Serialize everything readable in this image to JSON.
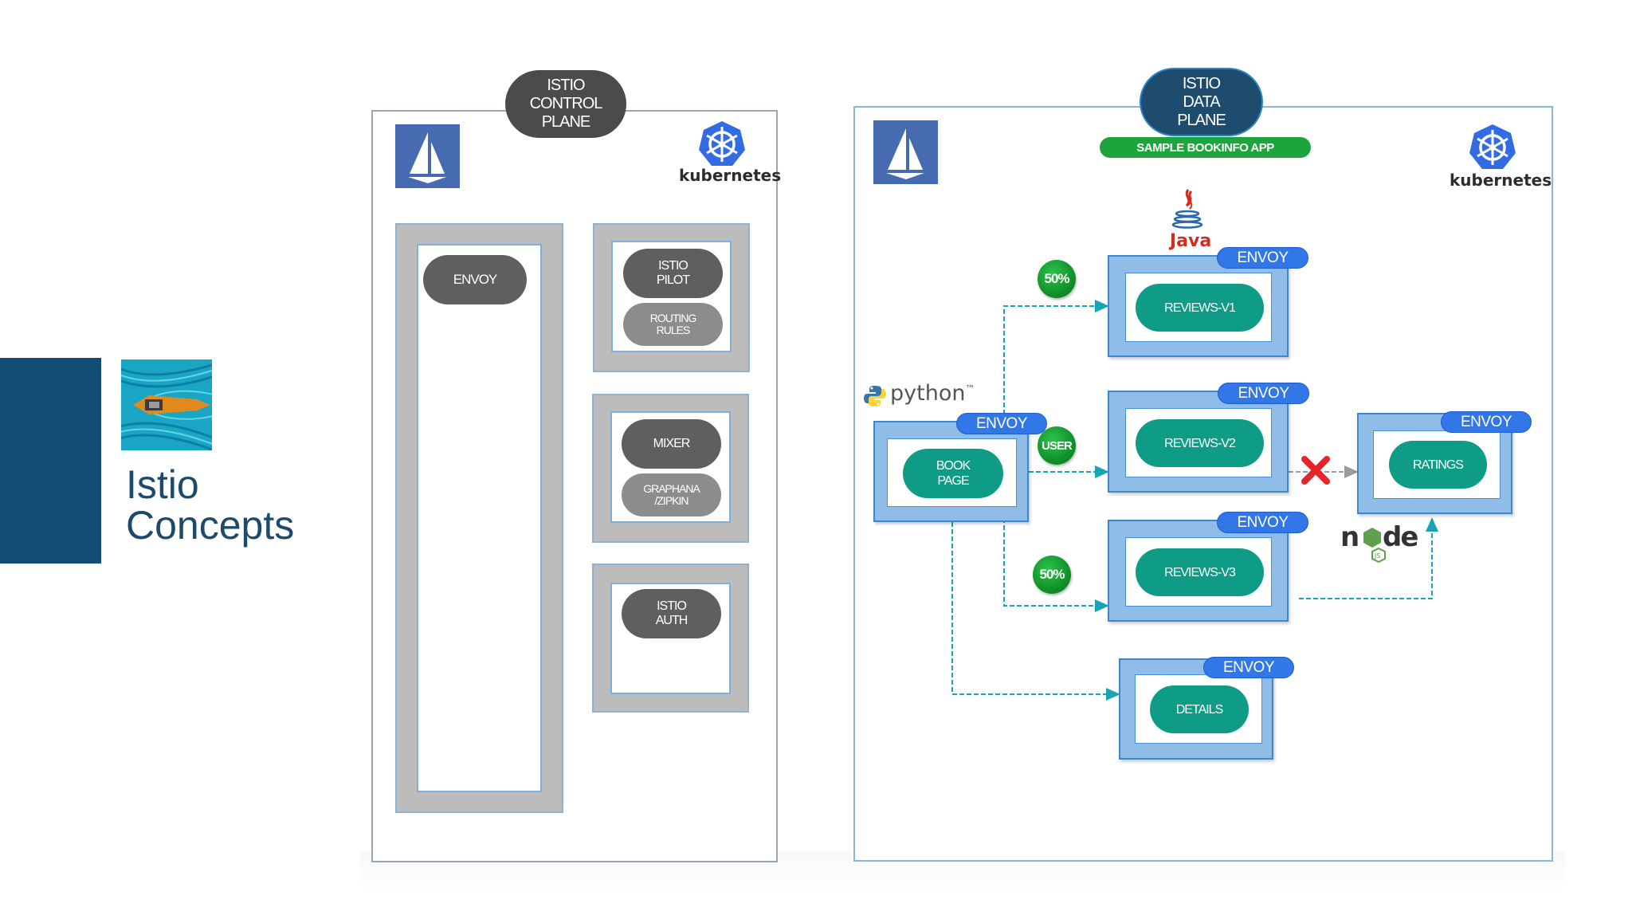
{
  "title": {
    "line1": "Istio",
    "line2": "Concepts"
  },
  "control_plane": {
    "header": [
      "ISTIO",
      "CONTROL",
      "PLANE"
    ],
    "kubernetes_label": "kubernetes",
    "envoy_label": "ENVOY",
    "pilot": [
      "ISTIO",
      "PILOT"
    ],
    "routing_rules": [
      "ROUTING",
      "RULES"
    ],
    "mixer": "MIXER",
    "graphana": [
      "GRAPHANA",
      "/ZIPKIN"
    ],
    "auth": [
      "ISTIO",
      "AUTH"
    ]
  },
  "data_plane": {
    "header": [
      "ISTIO",
      "DATA",
      "PLANE"
    ],
    "sample_app": "SAMPLE BOOKINFO APP",
    "kubernetes_label": "kubernetes",
    "python_label": "python",
    "python_tm": "™",
    "java_label": "Java",
    "node_label": "node",
    "node_js": "JS",
    "envoy_label": "ENVOY",
    "book_page": [
      "BOOK",
      "PAGE"
    ],
    "reviews_v1": "REVIEWS-V1",
    "reviews_v2": "REVIEWS-V2",
    "reviews_v3": "REVIEWS-V3",
    "ratings": "RATINGS",
    "details": "DETAILS",
    "pct_v1": "50%",
    "pct_v3": "50%",
    "user_badge": "USER"
  },
  "colors": {
    "sidebar": "#124e73",
    "teal": "#0f9c86",
    "envoy_blue": "#3277e8",
    "green_badge": "#1ea43c",
    "connector": "#1aa3b5",
    "blocked": "#e5242b"
  }
}
